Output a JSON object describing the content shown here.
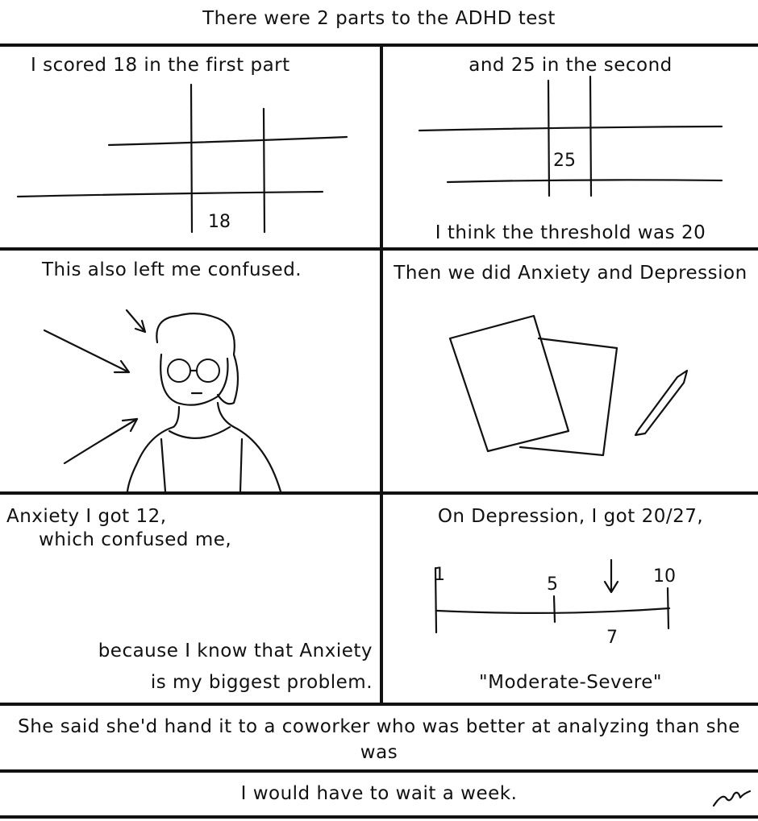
{
  "title": "There were 2 parts to the ADHD test",
  "panels": [
    {
      "caption": "I scored 18 in the first part",
      "score": "18"
    },
    {
      "caption": "and 25 in the second",
      "score": "25",
      "footer": "I think the threshold was 20"
    },
    {
      "caption": "This also left me confused."
    },
    {
      "caption": "Then we did Anxiety and Depression"
    },
    {
      "caption_line1": "Anxiety I got 12,",
      "caption_line2": "which confused me,",
      "footer_line1": "because I know that Anxiety",
      "footer_line2": "is my biggest problem."
    },
    {
      "caption": "On Depression, I got 20/27,",
      "scale": {
        "min": "1",
        "mid": "5",
        "max": "10",
        "marker": "7"
      },
      "footer": "\"Moderate-Severe\""
    }
  ],
  "bottom_text_1": "She said she'd hand it to a coworker who was better at analyzing than she was",
  "bottom_text_2": "I would have to wait a week.",
  "signature": "signature"
}
